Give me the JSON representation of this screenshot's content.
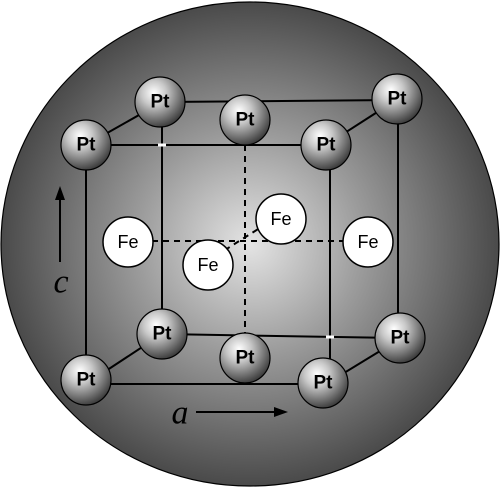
{
  "diagram": {
    "atoms": {
      "pt": "Pt",
      "fe": "Fe"
    },
    "axes": {
      "a": "a",
      "c": "c"
    },
    "colors": {
      "background_outer": "#4a4a4a",
      "background_inner": "#d8d8d8",
      "pt_atom": "#9a9a9a",
      "fe_atom": "#ffffff",
      "lines": "#000000"
    }
  }
}
